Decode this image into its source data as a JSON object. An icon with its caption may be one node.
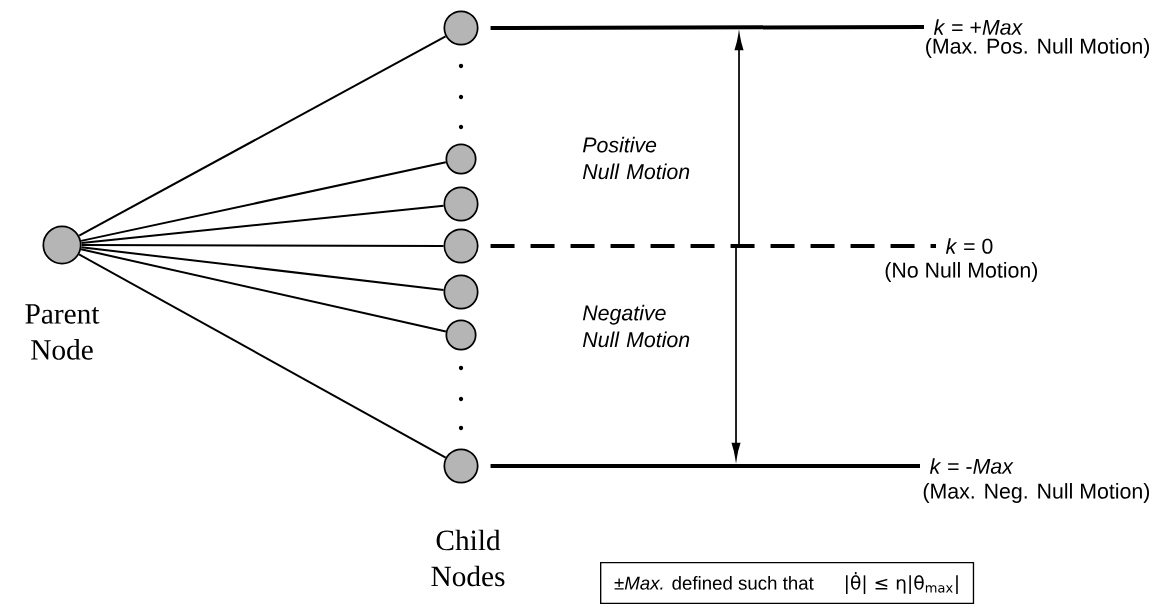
{
  "diagram": {
    "nodes": [
      {
        "text": [],
        "shape": "circle",
        "beside": [
          "Parent Node"
        ]
      },
      {
        "text": [],
        "shape": "circle"
      },
      {
        "text": [],
        "shape": "circle"
      },
      {
        "text": [],
        "shape": "circle"
      },
      {
        "text": [],
        "shape": "circle"
      },
      {
        "text": [],
        "shape": "circle"
      },
      {
        "text": [],
        "shape": "circle"
      },
      {
        "text": [],
        "shape": "circle"
      },
      {
        "text": [
          "*k* = +*Max*"
        ],
        "beside": [
          "(Max. Pos. Null Motion)"
        ]
      },
      {
        "text": [
          "*k* = 0"
        ],
        "beside": [
          "(No Null Motion)"
        ]
      },
      {
        "text": [
          "*k* = -*Max*"
        ],
        "beside": [
          "(Max. Neg. Null Motion)"
        ]
      },
      {
        "text": [
          "*±Max.* defined such that",
          "|θ̇| ≤ η|θ$_{max}$|"
        ]
      }
    ],
    "edges": [
      {
        "from": 0,
        "to": 1,
        "arrow": "none"
      },
      {
        "from": 0,
        "to": 2,
        "arrow": "none"
      },
      {
        "from": 0,
        "to": 3,
        "arrow": "none"
      },
      {
        "from": 0,
        "to": 4,
        "arrow": "none"
      },
      {
        "from": 0,
        "to": 5,
        "arrow": "none"
      },
      {
        "from": 0,
        "to": 6,
        "arrow": "none"
      },
      {
        "from": 0,
        "to": 7,
        "arrow": "none"
      },
      {
        "from": 1,
        "to": 8,
        "arrow": "none",
        "style": "thick"
      },
      {
        "from": 4,
        "to": 9,
        "arrow": "none",
        "style": "dashed"
      },
      {
        "from": 7,
        "to": 10,
        "arrow": "none",
        "style": "thick"
      }
    ],
    "labels": [
      "Positive Null Motion",
      "Negative Null Motion",
      "Child Nodes"
    ]
  }
}
